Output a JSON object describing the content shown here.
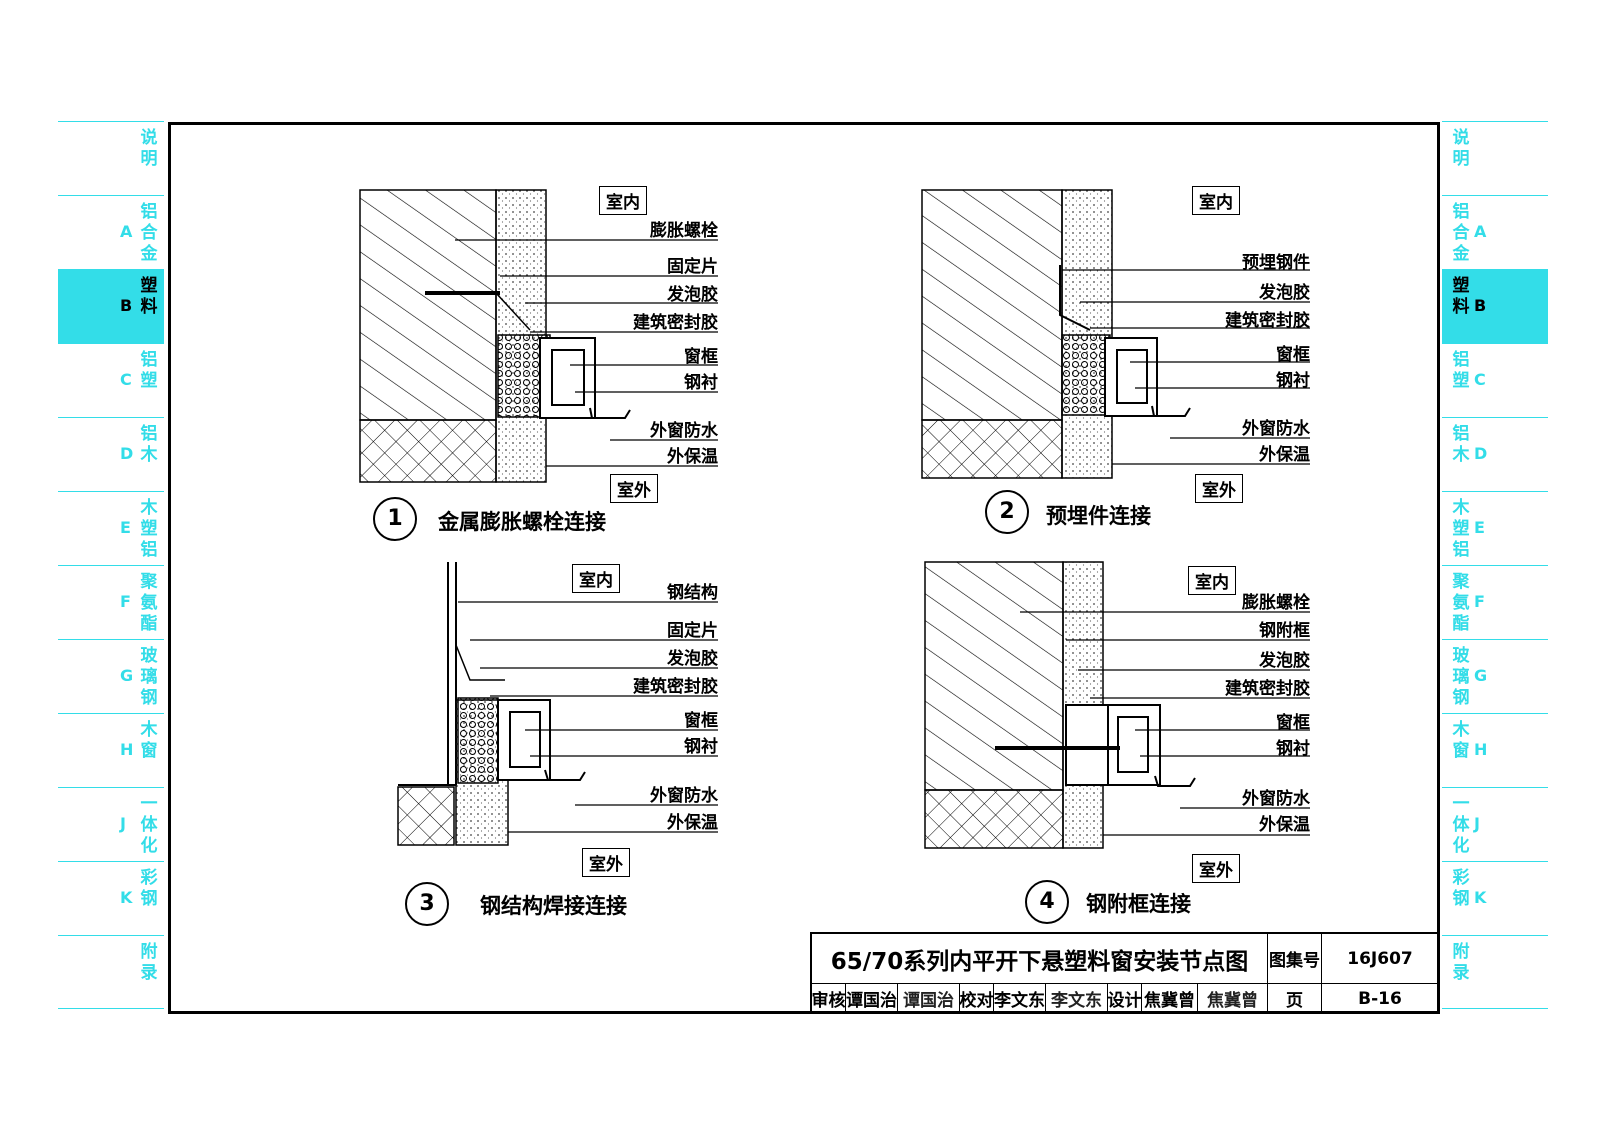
{
  "left_tabs": [
    {
      "code": "",
      "name": "说明",
      "active": false
    },
    {
      "code": "A",
      "name": "铝合金",
      "active": false
    },
    {
      "code": "B",
      "name": "塑料",
      "active": true
    },
    {
      "code": "C",
      "name": "铝塑",
      "active": false
    },
    {
      "code": "D",
      "name": "铝木",
      "active": false
    },
    {
      "code": "E",
      "name": "木塑铝",
      "active": false
    },
    {
      "code": "F",
      "name": "聚氨酯",
      "active": false
    },
    {
      "code": "G",
      "name": "玻璃钢",
      "active": false
    },
    {
      "code": "H",
      "name": "木窗",
      "active": false
    },
    {
      "code": "J",
      "name": "一体化",
      "active": false
    },
    {
      "code": "K",
      "name": "彩钢",
      "active": false
    },
    {
      "code": "",
      "name": "附录",
      "active": false
    }
  ],
  "details": [
    {
      "number": "1",
      "caption": "金属膨胀螺栓连接",
      "indoor": "室内",
      "outdoor": "室外",
      "labels": [
        "膨胀螺栓",
        "固定片",
        "发泡胶",
        "建筑密封胶",
        "窗框",
        "钢衬",
        "外窗防水",
        "外保温"
      ]
    },
    {
      "number": "2",
      "caption": "预埋件连接",
      "indoor": "室内",
      "outdoor": "室外",
      "labels": [
        "预埋钢件",
        "发泡胶",
        "建筑密封胶",
        "窗框",
        "钢衬",
        "外窗防水",
        "外保温"
      ]
    },
    {
      "number": "3",
      "caption": "钢结构焊接连接",
      "indoor": "室内",
      "outdoor": "室外",
      "labels": [
        "钢结构",
        "固定片",
        "发泡胶",
        "建筑密封胶",
        "窗框",
        "钢衬",
        "外窗防水",
        "外保温"
      ]
    },
    {
      "number": "4",
      "caption": "钢附框连接",
      "indoor": "室内",
      "outdoor": "室外",
      "labels": [
        "膨胀螺栓",
        "钢附框",
        "发泡胶",
        "建筑密封胶",
        "窗框",
        "钢衬",
        "外窗防水",
        "外保温"
      ]
    }
  ],
  "title_block": {
    "title": "65/70系列内平开下悬塑料窗安装节点图",
    "atlas_label": "图集号",
    "atlas_no": "16J607",
    "review_label": "审核",
    "reviewer": "谭国治",
    "reviewer_sig": "谭国治",
    "check_label": "校对",
    "checker": "李文东",
    "checker_sig": "李文东",
    "design_label": "设计",
    "designer": "焦冀曾",
    "designer_sig": "焦冀曾",
    "page_label": "页",
    "page_no": "B-16"
  },
  "colors": {
    "tab_accent": "#33dde8",
    "line": "#000000"
  }
}
